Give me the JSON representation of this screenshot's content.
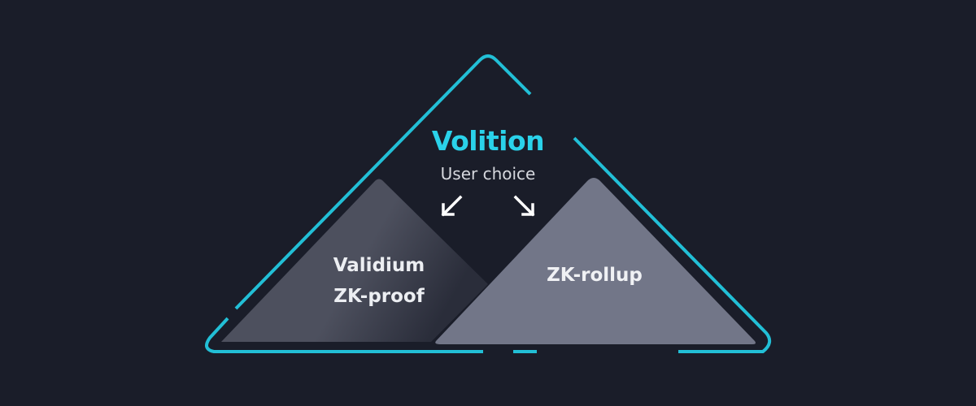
{
  "colors": {
    "background": "#1a1d29",
    "outline": "#22bfd6",
    "accent_text": "#2ad2ea",
    "left_triangle": "#4d505e",
    "right_triangle": "#727688",
    "arrow": "#ffffff"
  },
  "header": {
    "title": "Volition",
    "subtitle": "User choice"
  },
  "left": {
    "line1": "Validium",
    "line2": "ZK-proof"
  },
  "right": {
    "label": "ZK-rollup"
  },
  "icons": [
    "arrow-down-left-icon",
    "arrow-down-right-icon"
  ]
}
